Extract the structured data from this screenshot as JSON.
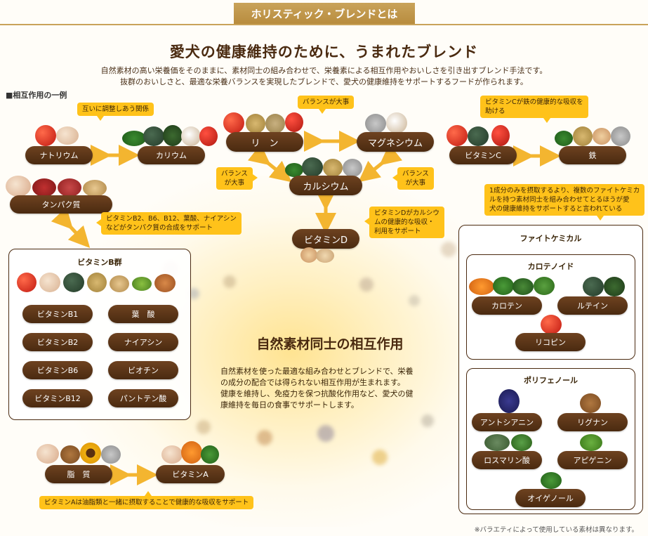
{
  "header": {
    "banner": "ホリスティック・ブレンドとは",
    "title": "愛犬の健康維持のために、うまれたブレンド",
    "intro_line1": "自然素材の高い栄養価をそのままに、素材同士の組み合わせで、栄養素による相互作用やおいしさを引き出すブレンド手法です。",
    "intro_line2": "抜群のおいしさと、最適な栄養バランスを実現したブレンドで、愛犬の健康維持をサポートするフードが作られます。"
  },
  "section_label": "■相互作用の一例",
  "nutrients": {
    "sodium": "ナトリウム",
    "potassium": "カリウム",
    "protein": "タンパク質",
    "phosphorus": "リ　ン",
    "magnesium": "マグネシウム",
    "calcium": "カルシウム",
    "vitamin_d": "ビタミンD",
    "vitamin_c": "ビタミンC",
    "iron": "鉄",
    "fat": "脂　質",
    "vitamin_a": "ビタミンA"
  },
  "callouts": {
    "mutual": "互いに調整しあう関係",
    "balance_top": "バランスが大事",
    "balance_left": "バランス\nが大事",
    "balance_right": "バランス\nが大事",
    "vitamin_b_protein": "ビタミンB2、B6、B12、葉酸、ナイアシン\nなどがタンパク質の合成をサポート",
    "vitamin_d_calcium": "ビタミンDがカルシウ\nムの健康的な吸収・\n利用をサポート",
    "vitamin_c_iron": "ビタミンCが鉄の健康的な吸収を\n助ける",
    "phytochemical": "1成分のみを摂取するより、複数のファイトケミカ\nルを持つ素材同士を組み合わせてとるほうが愛\n犬の健康維持をサポートすると言われている",
    "vitamin_a_fat": "ビタミンAは油脂類と一緒に摂取することで健康的な吸収をサポート"
  },
  "vitamin_b_group": {
    "title": "ビタミンB群",
    "items": [
      "ビタミンB1",
      "葉　酸",
      "ビタミンB2",
      "ナイアシン",
      "ビタミンB6",
      "ビオチン",
      "ビタミンB12",
      "パントテン酸"
    ]
  },
  "center": {
    "title": "自然素材同士の相互作用",
    "body_line1": "自然素材を使った最適な組み合わせとブレンドで、栄養",
    "body_line2": "の成分の配合では得られない相互作用が生まれます。",
    "body_line3": "健康を維持し、免疫力を保つ抗酸化作用など、愛犬の健",
    "body_line4": "康維持を毎日の食事でサポートします。"
  },
  "phytochemical_box": {
    "title": "ファイトケミカル",
    "carotenoid": {
      "title": "カロテノイド",
      "items": [
        "カロテン",
        "ルテイン",
        "リコピン"
      ]
    },
    "polyphenol": {
      "title": "ポリフェノール",
      "items": [
        "アントシアニン",
        "リグナン",
        "ロスマリン酸",
        "アピゲニン",
        "オイゲノール"
      ]
    }
  },
  "footnote": "※バラエティによって使用している素材は異なります。",
  "colors": {
    "accent_gold": "#c9a35a",
    "pill_brown": "#5a3418",
    "callout_yellow": "#ffc21a",
    "arrow_yellow": "#f3b530"
  }
}
